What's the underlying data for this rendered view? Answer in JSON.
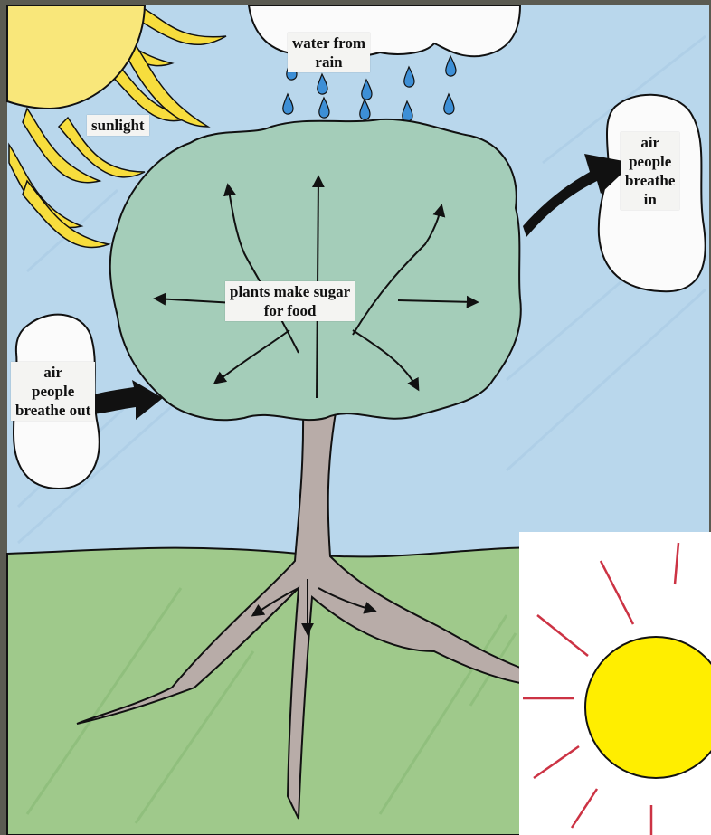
{
  "diagram": {
    "labels": {
      "water": [
        "water from",
        "rain"
      ],
      "sunlight": [
        "sunlight"
      ],
      "air_in": [
        "air",
        "people",
        "breathe",
        "in"
      ],
      "food": [
        "plants make sugar",
        "for food"
      ],
      "air_out": [
        "air",
        "people",
        "breathe out"
      ]
    }
  },
  "colors": {
    "sky": "#b9d7ec",
    "ground": "#9fc98b",
    "canopy": "#a4cdb9",
    "trunk": "#b8aca8",
    "sun_rays": "#f7dd3d",
    "sun_core": "#f9e77a",
    "inset_sun": "#ffee00",
    "inset_rays": "#cc3344",
    "raindrop": "#3d8fd6"
  },
  "icons": [
    "sun-icon",
    "cloud-icon",
    "raindrop-icon",
    "tree-icon",
    "arrow-icon"
  ]
}
